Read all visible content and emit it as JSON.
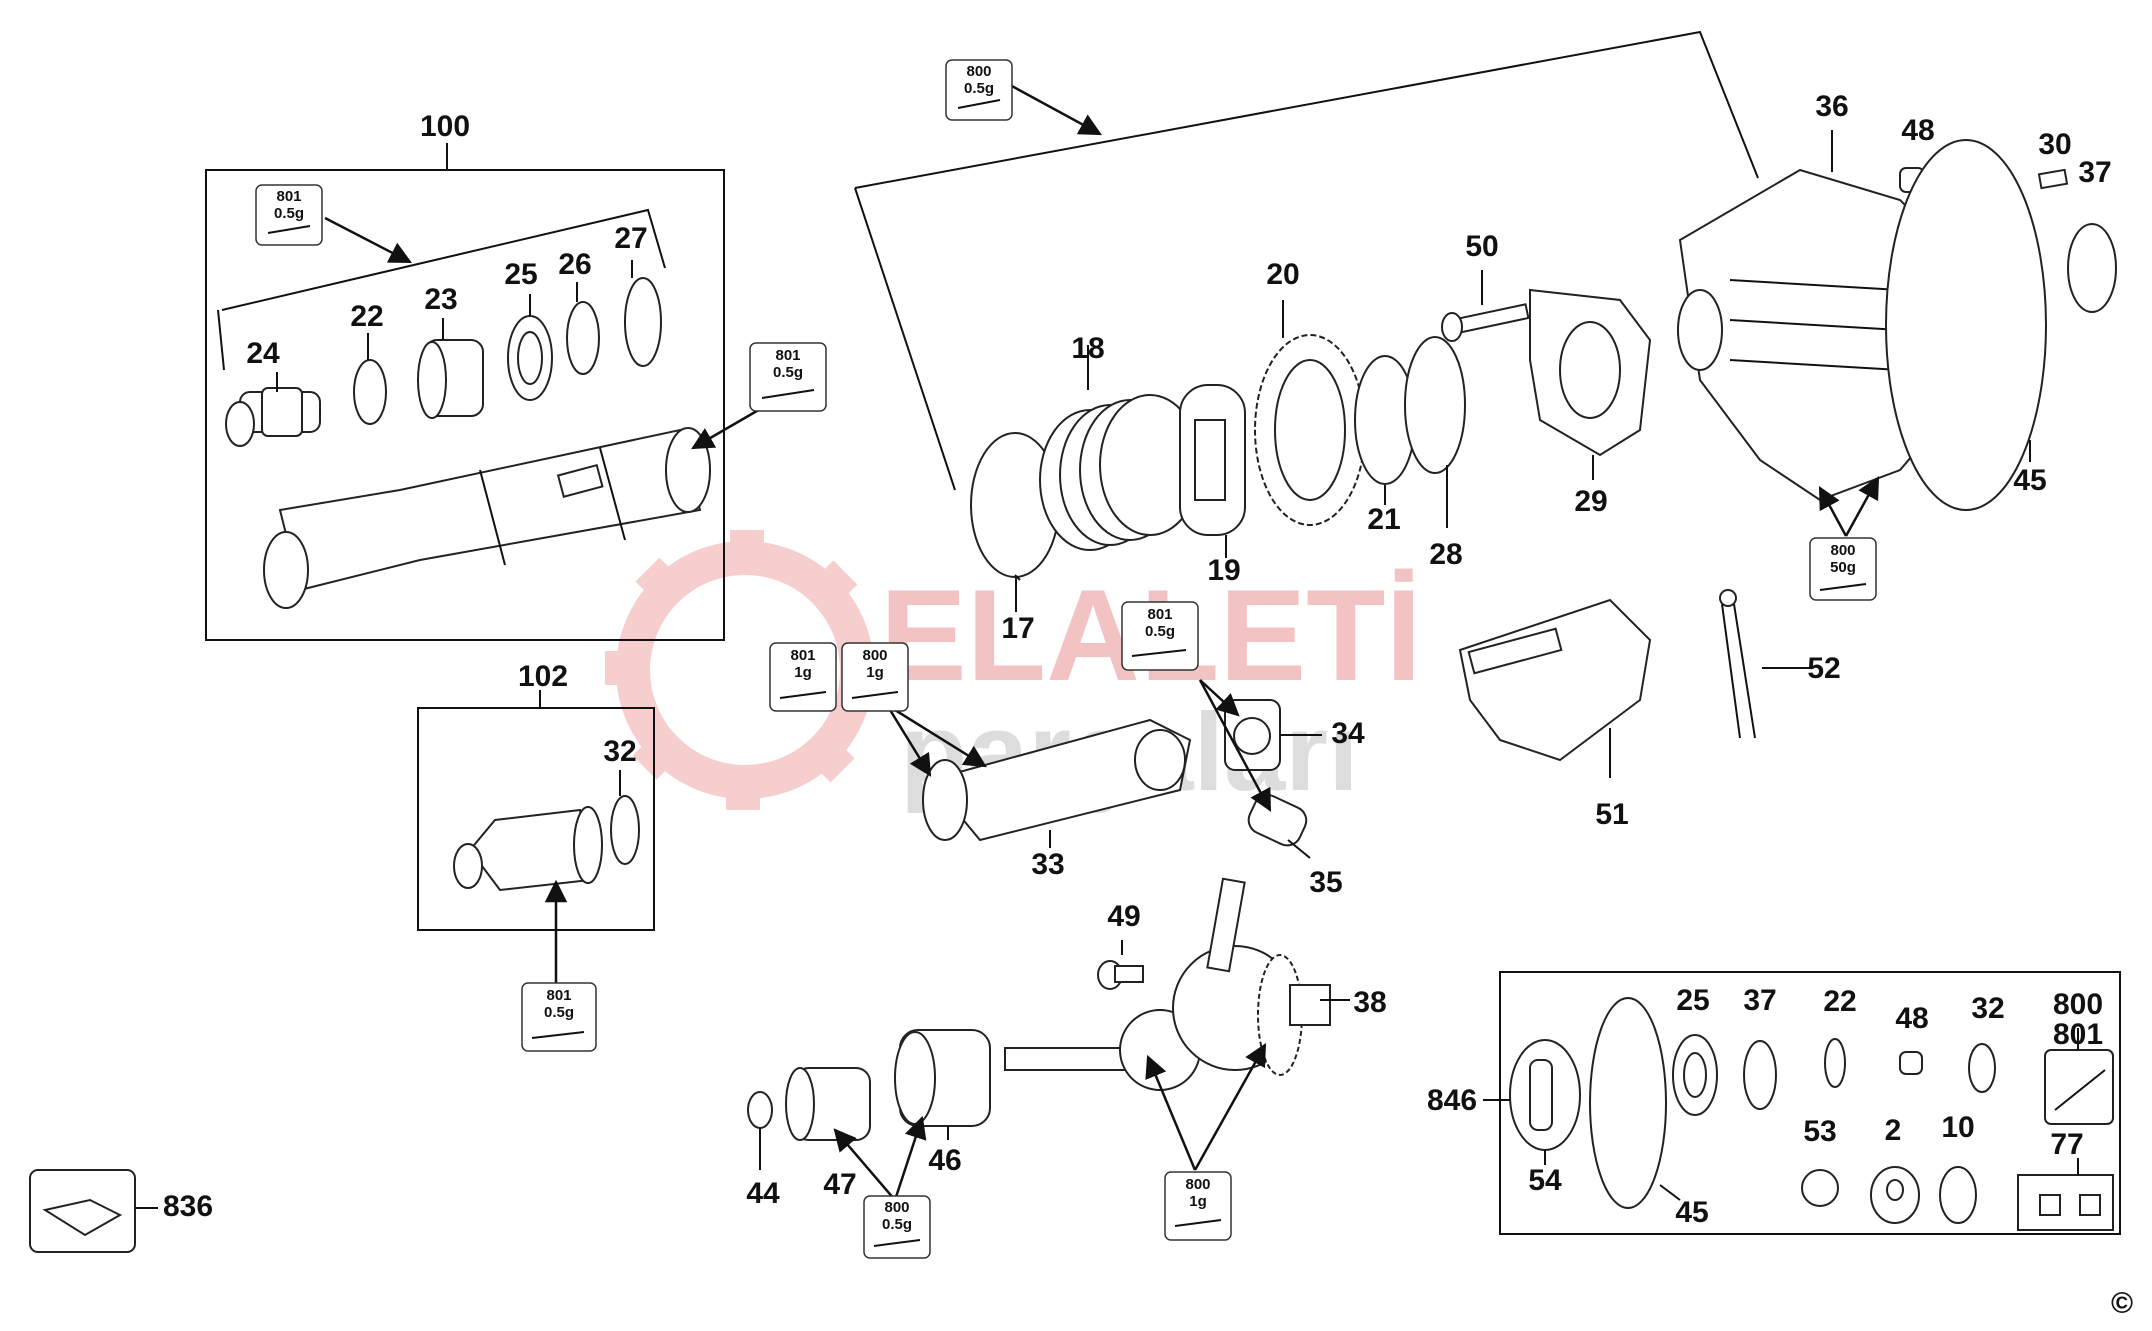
{
  "watermark": {
    "line1": "ELALETİ",
    "line2": "parçaları"
  },
  "copyright": "©",
  "labels": {
    "p100": "100",
    "p24": "24",
    "p22a": "22",
    "p23": "23",
    "p25a": "25",
    "p26": "26",
    "p27": "27",
    "p102": "102",
    "p32a": "32",
    "p18": "18",
    "p17": "17",
    "p19": "19",
    "p20": "20",
    "p21": "21",
    "p28": "28",
    "p50": "50",
    "p29": "29",
    "p36": "36",
    "p48a": "48",
    "p30": "30",
    "p37a": "37",
    "p45a": "45",
    "p33": "33",
    "p34": "34",
    "p35": "35",
    "p51": "51",
    "p52": "52",
    "p49": "49",
    "p38": "38",
    "p44": "44",
    "p47": "47",
    "p46": "46",
    "p836": "836",
    "p846": "846",
    "p54": "54",
    "p45b": "45",
    "p25b": "25",
    "p37b": "37",
    "p22b": "22",
    "p48b": "48",
    "p32b": "32",
    "p800": "800",
    "p801": "801",
    "p53": "53",
    "p2": "2",
    "p10": "10",
    "p77": "77"
  },
  "lube_tags": {
    "t1": [
      "800",
      "0.5g"
    ],
    "t2": [
      "801",
      "0.5g"
    ],
    "t3": [
      "801",
      "0.5g"
    ],
    "t4": [
      "801",
      "1g"
    ],
    "t5": [
      "800",
      "1g"
    ],
    "t6": [
      "801",
      "0.5g"
    ],
    "t7": [
      "801",
      "0.5g"
    ],
    "t8": [
      "800",
      "50g"
    ],
    "t9": [
      "800",
      "0.5g"
    ],
    "t10": [
      "800",
      "1g"
    ]
  }
}
